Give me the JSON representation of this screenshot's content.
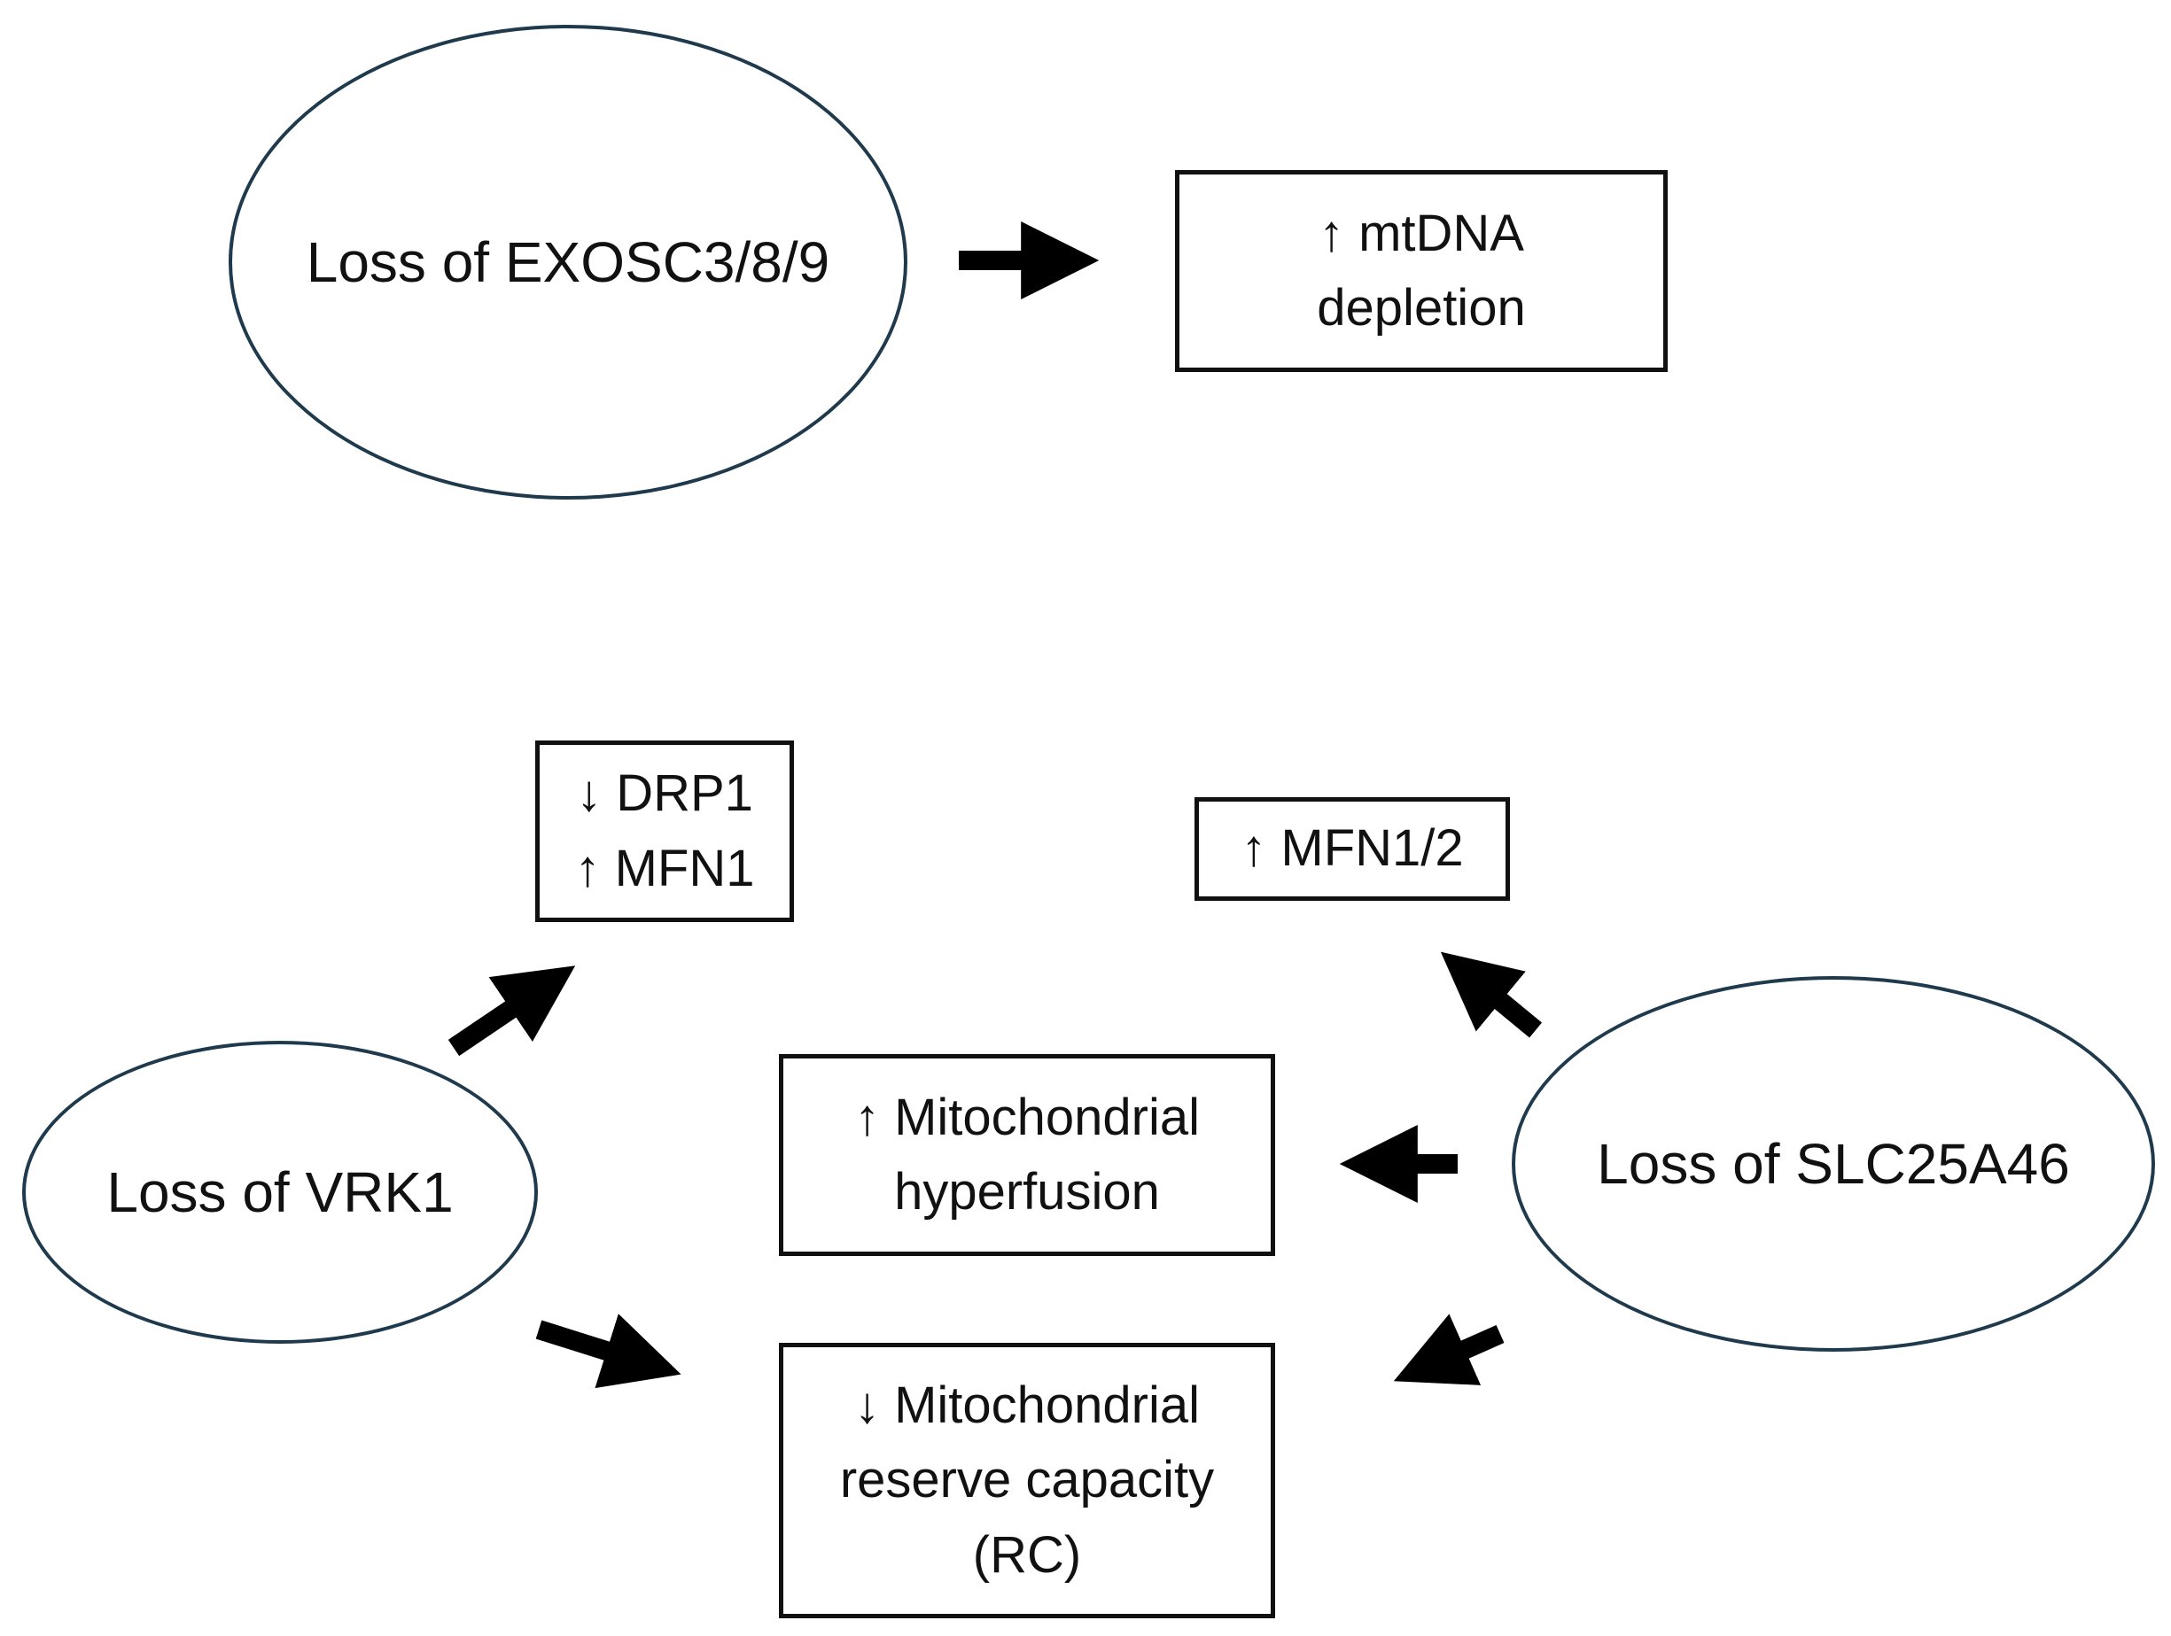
{
  "nodes": {
    "exosc": {
      "label": "Loss of EXOSC3/8/9"
    },
    "vrk1": {
      "label": "Loss of VRK1"
    },
    "slc25a46": {
      "label": "Loss of SLC25A46"
    }
  },
  "outcomes": {
    "mtdna": {
      "line1_arrow": "↑",
      "line1_text": "mtDNA",
      "line2_text": "depletion"
    },
    "drp1_mfn1": {
      "line1_arrow": "↓",
      "line1_text": "DRP1",
      "line2_arrow": "↑",
      "line2_text": "MFN1"
    },
    "mfn12": {
      "line1_arrow": "↑",
      "line1_text": "MFN1/2"
    },
    "hyperfusion": {
      "line1_arrow": "↑",
      "line1_text": "Mitochondrial",
      "line2_text": "hyperfusion"
    },
    "reserve": {
      "line1_arrow": "↓",
      "line1_text": "Mitochondrial",
      "line2_text": "reserve capacity",
      "line3_text": "(RC)"
    }
  },
  "colors": {
    "ellipse_border": "#1e3a4c",
    "box_border": "#111111",
    "arrow": "#000000"
  }
}
